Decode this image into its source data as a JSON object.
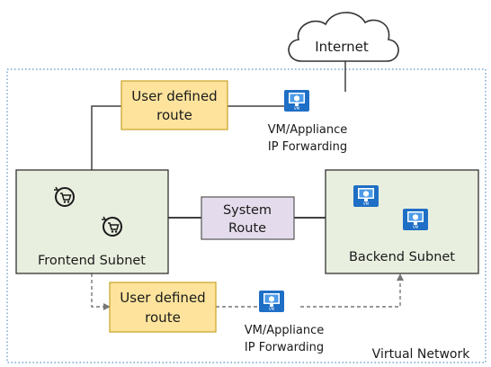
{
  "diagram": {
    "internet": {
      "label": "Internet"
    },
    "top_route": {
      "line1": "User defined",
      "line2": "route"
    },
    "top_appliance": {
      "line1": "VM/Appliance",
      "line2": "IP Forwarding",
      "icon": "vm-monitor-icon"
    },
    "frontend": {
      "label": "Frontend Subnet",
      "icon": "shopping-cart-refresh-icon"
    },
    "system_route": {
      "line1": "System",
      "line2": "Route"
    },
    "backend": {
      "label": "Backend Subnet",
      "icon": "vm-monitor-icon"
    },
    "bottom_route": {
      "line1": "User defined",
      "line2": "route"
    },
    "bottom_appliance": {
      "line1": "VM/Appliance",
      "line2": "IP Forwarding",
      "icon": "vm-monitor-icon"
    },
    "vnet": {
      "label": "Virtual Network"
    },
    "vm_badge": "VM"
  },
  "colors": {
    "route_fill": "#fde39c",
    "route_stroke": "#c9a227",
    "system_route_fill": "#e4dcec",
    "subnet_fill": "#e9efdf",
    "vm_blue": "#1e6fc5",
    "vnet_border": "#5a8fc7",
    "dashed_connector": "#777777"
  }
}
